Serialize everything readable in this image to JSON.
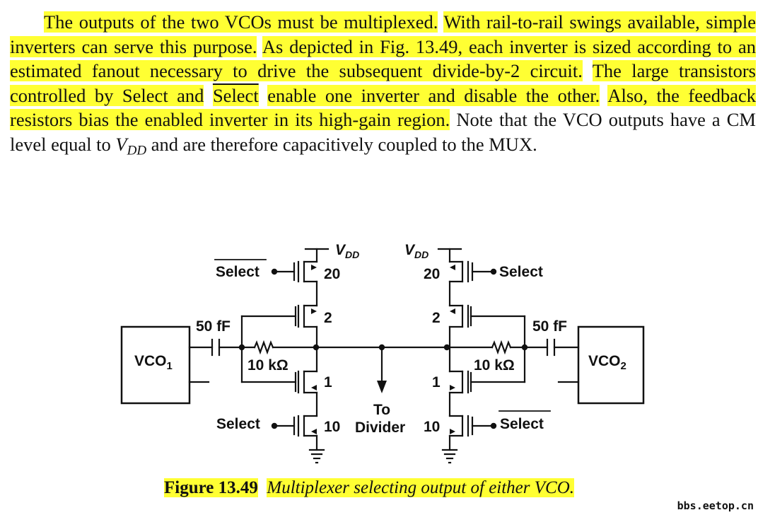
{
  "paragraph": {
    "s1": "The outputs of the two VCOs must be multiplexed.",
    "s2": "With rail-to-rail swings available, simple inverters can serve this purpose.",
    "s3": "As depicted in Fig. 13.49, each inverter is sized according to an estimated fanout necessary to drive the subsequent divide-by-2 circuit.",
    "s4a": "The large transistors controlled by Select and",
    "s4b": "Select",
    "s4c": "enable one inverter and disable the other.",
    "s5": "Also, the feedback resistors bias the enabled inverter in its high-gain region.",
    "s6a": "Note that the VCO outputs have a CM level equal to",
    "s6v": "V",
    "s6sub": "DD",
    "s6b": "and are therefore capacitively coupled to the MUX."
  },
  "circuit": {
    "vco_left": "VCO",
    "vco_left_sub": "1",
    "vco_right": "VCO",
    "vco_right_sub": "2",
    "cap_left": "50 fF",
    "cap_right": "50 fF",
    "res_left": "10 kΩ",
    "res_right": "10 kΩ",
    "vdd_v": "V",
    "vdd_sub": "DD",
    "select_bar_left": "Select",
    "select_left_bottom": "Select",
    "select_right_top": "Select",
    "select_bar_right": "Select",
    "size_20_left": "20",
    "size_2_left": "2",
    "size_1_left": "1",
    "size_10_left": "10",
    "size_20_right": "20",
    "size_2_right": "2",
    "size_1_right": "1",
    "size_10_right": "10",
    "out_to": "To",
    "out_divider": "Divider"
  },
  "caption": {
    "figure": "Figure 13.49",
    "text": "Multiplexer selecting output of either VCO."
  },
  "watermark": "bbs.eetop.cn",
  "colors": {
    "highlight": "#ffff33"
  }
}
